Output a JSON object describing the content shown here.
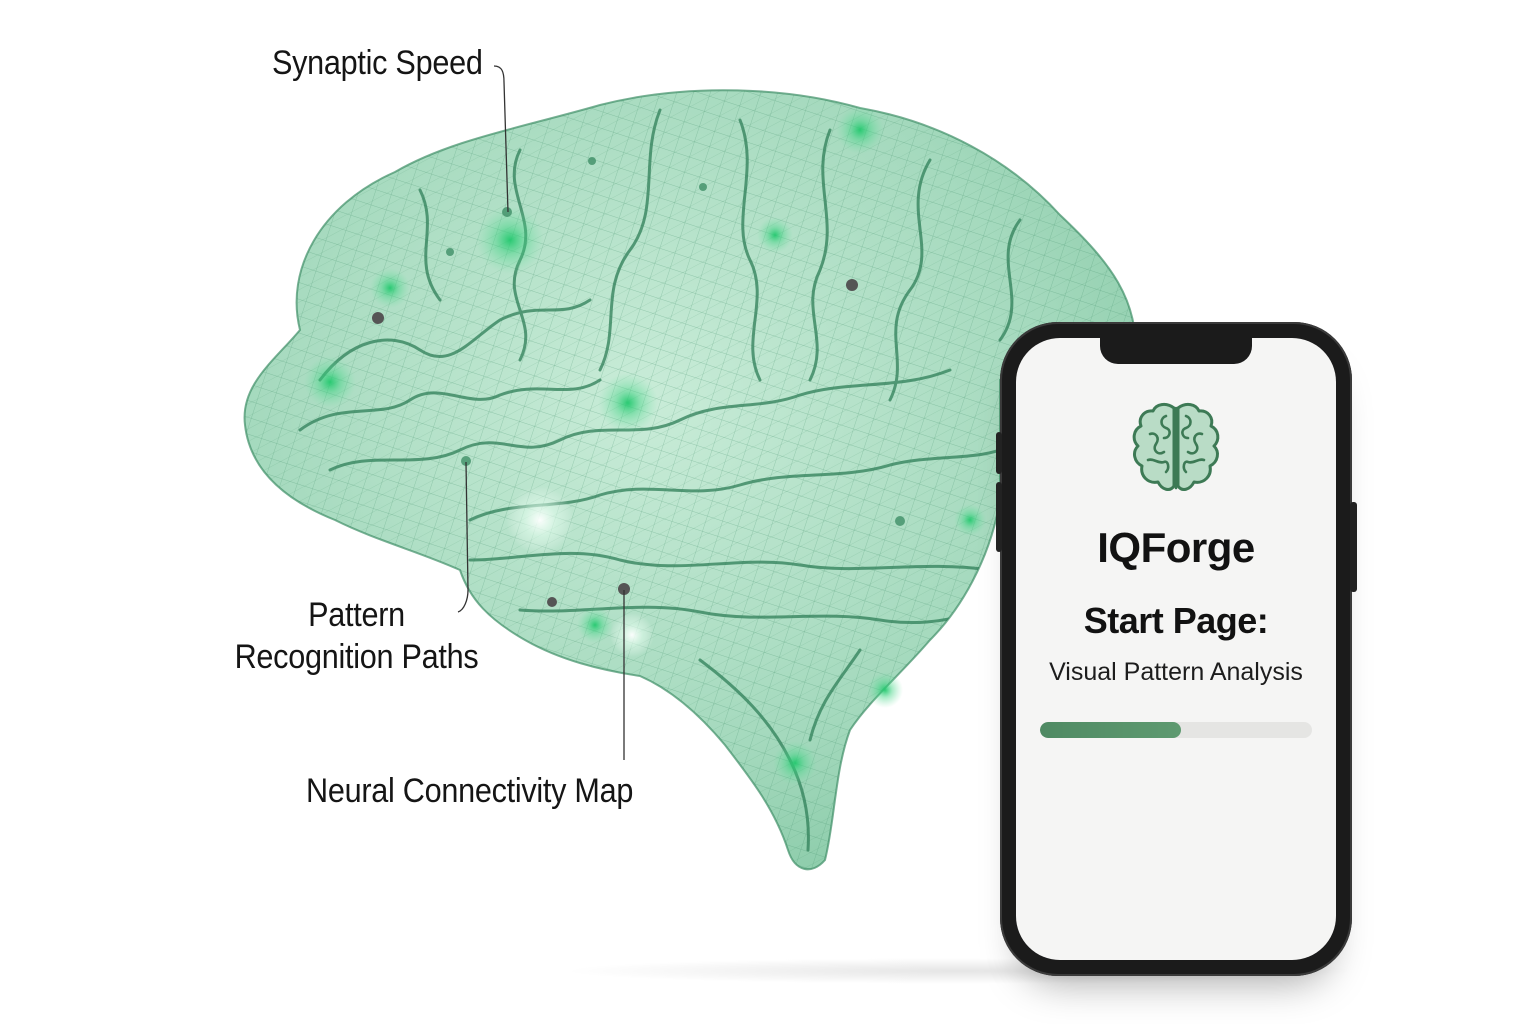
{
  "callouts": {
    "synaptic_speed": "Synaptic Speed",
    "pattern_line1": "Pattern",
    "pattern_line2": "Recognition Paths",
    "neural_map": "Neural Connectivity Map"
  },
  "phone": {
    "app_name": "IQForge",
    "start_title": "Start Page:",
    "start_subtitle": "Visual Pattern Analysis",
    "progress_fraction": 0.52,
    "icon": "brain-icon"
  },
  "colors": {
    "brain_fill": "#a9dcc0",
    "brain_line": "#3f8f67",
    "glow": "#2fd17a",
    "node_dark": "#555555",
    "progress": "#5a9670",
    "phone_frame": "#1b1b1b"
  }
}
